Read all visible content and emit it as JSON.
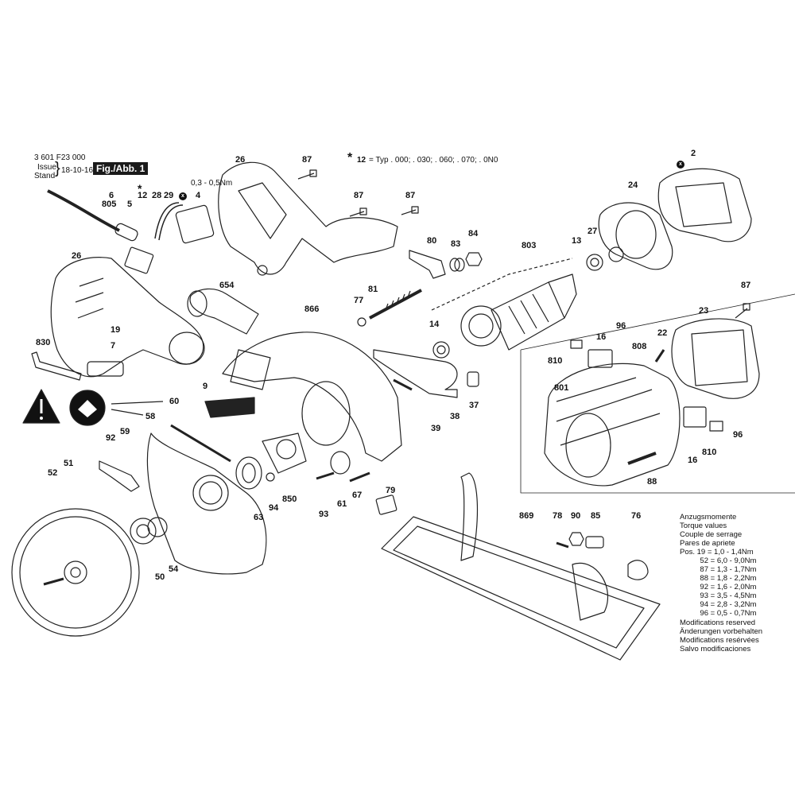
{
  "header": {
    "code": "3 601 F23 000",
    "issue": "Issue",
    "stand": "Stand",
    "date": "18-10-16",
    "fig": "Fig./Abb. 1",
    "star": "*",
    "star12_num": "12",
    "star12_text": "= Typ . 000; . 030; . 060; . 070; . 0N0",
    "torque_small": "0,3 - 0,5Nm",
    "x_mark": "x"
  },
  "torque": {
    "heading": [
      "Anzugsmomente",
      "Torque values",
      "Couple de serrage",
      "Pares de apriete"
    ],
    "rows": [
      {
        "pos": "Pos. 19",
        "val": "= 1,0 - 1,4Nm"
      },
      {
        "pos": "52",
        "val": "= 6,0 - 9,0Nm"
      },
      {
        "pos": "87",
        "val": "= 1,3 - 1,7Nm"
      },
      {
        "pos": "88",
        "val": "= 1,8 - 2,2Nm"
      },
      {
        "pos": "92",
        "val": "= 1,6 - 2,0Nm"
      },
      {
        "pos": "93",
        "val": "= 3,5 - 4,5Nm"
      },
      {
        "pos": "94",
        "val": "= 2,8 - 3,2Nm"
      },
      {
        "pos": "96",
        "val": "= 0,5 - 0,7Nm"
      }
    ]
  },
  "modifications": [
    "Modifications reserved",
    "Änderungen vorbehalten",
    "Modifications resérvées",
    "Salvo modificaciones"
  ],
  "labels": {
    "l6": "6",
    "l12": "12",
    "l28": "28",
    "l29": "29",
    "l4": "4",
    "l805": "805",
    "l5": "5",
    "l26a": "26",
    "l26b": "26",
    "l87a": "87",
    "l87b": "87",
    "l87c": "87",
    "l87d": "87",
    "l80": "80",
    "l83": "83",
    "l84": "84",
    "l803": "803",
    "l13": "13",
    "l27": "27",
    "l24": "24",
    "l2": "2",
    "l654": "654",
    "l81": "81",
    "l77": "77",
    "l866": "866",
    "l14": "14",
    "l19": "19",
    "l7": "7",
    "l830": "830",
    "l9": "9",
    "l60": "60",
    "l58": "58",
    "l39": "39",
    "l38": "38",
    "l37": "37",
    "l23": "23",
    "l96a": "96",
    "l16a": "16",
    "l22": "22",
    "l810a": "810",
    "l808": "808",
    "l801": "801",
    "l96b": "96",
    "l16b": "16",
    "l810b": "810",
    "l88": "88",
    "l92": "92",
    "l59": "59",
    "l51": "51",
    "l52": "52",
    "l63": "63",
    "l94": "94",
    "l850": "850",
    "l93": "93",
    "l61": "61",
    "l67": "67",
    "l79": "79",
    "l869": "869",
    "l78": "78",
    "l90": "90",
    "l85": "85",
    "l76": "76",
    "l50": "50",
    "l54": "54"
  }
}
